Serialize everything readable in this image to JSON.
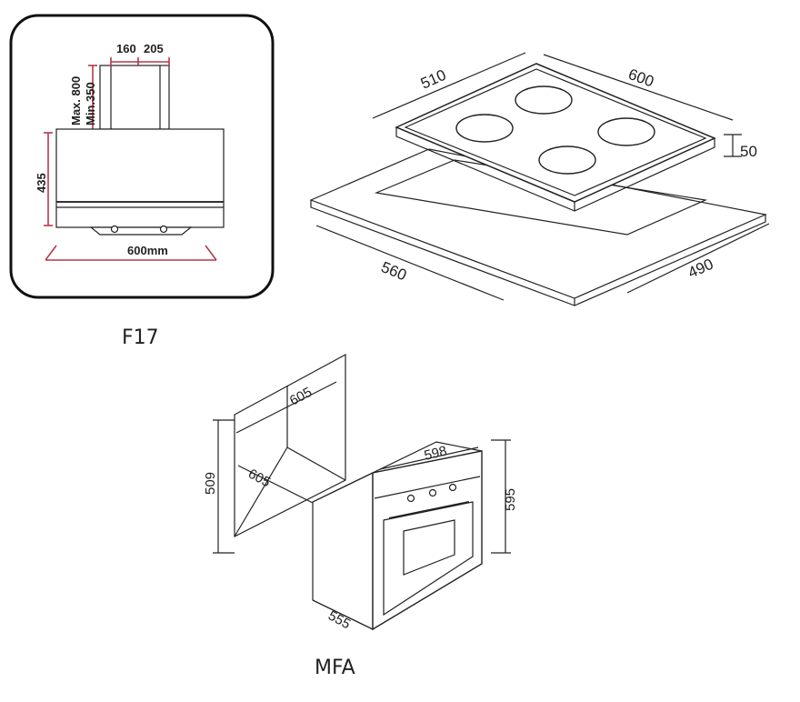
{
  "hood": {
    "caption": "F17",
    "duct_width_a": "160",
    "duct_width_b": "205",
    "max_height": "Max. 800",
    "min_height": "Min.350",
    "body_height": "435",
    "width": "600mm"
  },
  "hob": {
    "depth": "510",
    "width": "600",
    "thickness": "50",
    "cutout_width": "560",
    "cutout_depth": "490"
  },
  "oven": {
    "caption": "MFA",
    "niche_width": "605",
    "niche_depth": "605",
    "niche_height": "509",
    "front_width": "598",
    "height": "595",
    "depth": "555"
  },
  "colors": {
    "line": "#222222",
    "accent": "#b23a48",
    "hood_glass": "#d9d9d9"
  }
}
